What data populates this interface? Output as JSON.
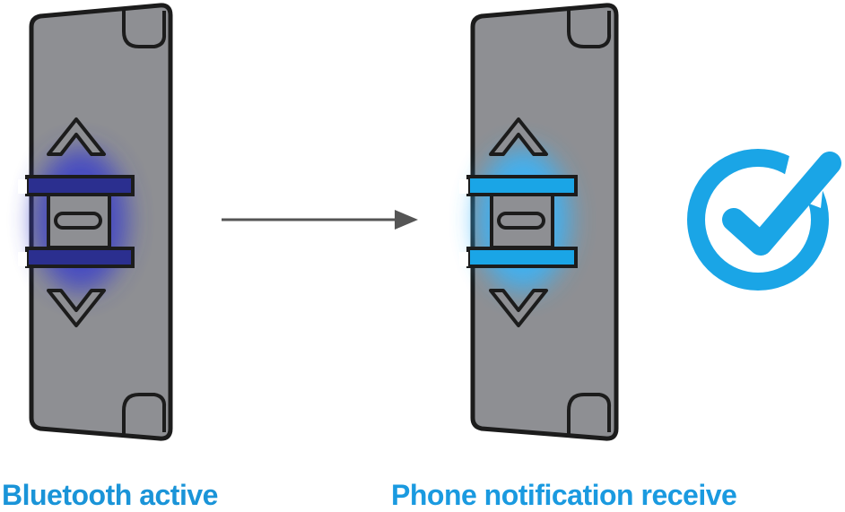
{
  "captions": {
    "left": "Bluetooth active",
    "right": "Phone notification receive"
  },
  "devices": [
    {
      "state": "bluetooth-active",
      "led_color": "#2b2f8f",
      "glow_color": "#3a3fc9"
    },
    {
      "state": "phone-notification",
      "led_color": "#1aa5e6",
      "glow_color": "#36b6ff"
    }
  ],
  "icons": {
    "arrow": "arrow-right-icon",
    "check": "checkmark-circle-icon",
    "up": "chevron-up-icon",
    "down": "chevron-down-icon"
  },
  "colors": {
    "caption_left": "#1a94d8",
    "caption_right": "#1a9ae0",
    "device_body": "#8e8f93",
    "outline": "#1c1c1c",
    "arrow": "#555555",
    "check": "#1aa5e6"
  }
}
